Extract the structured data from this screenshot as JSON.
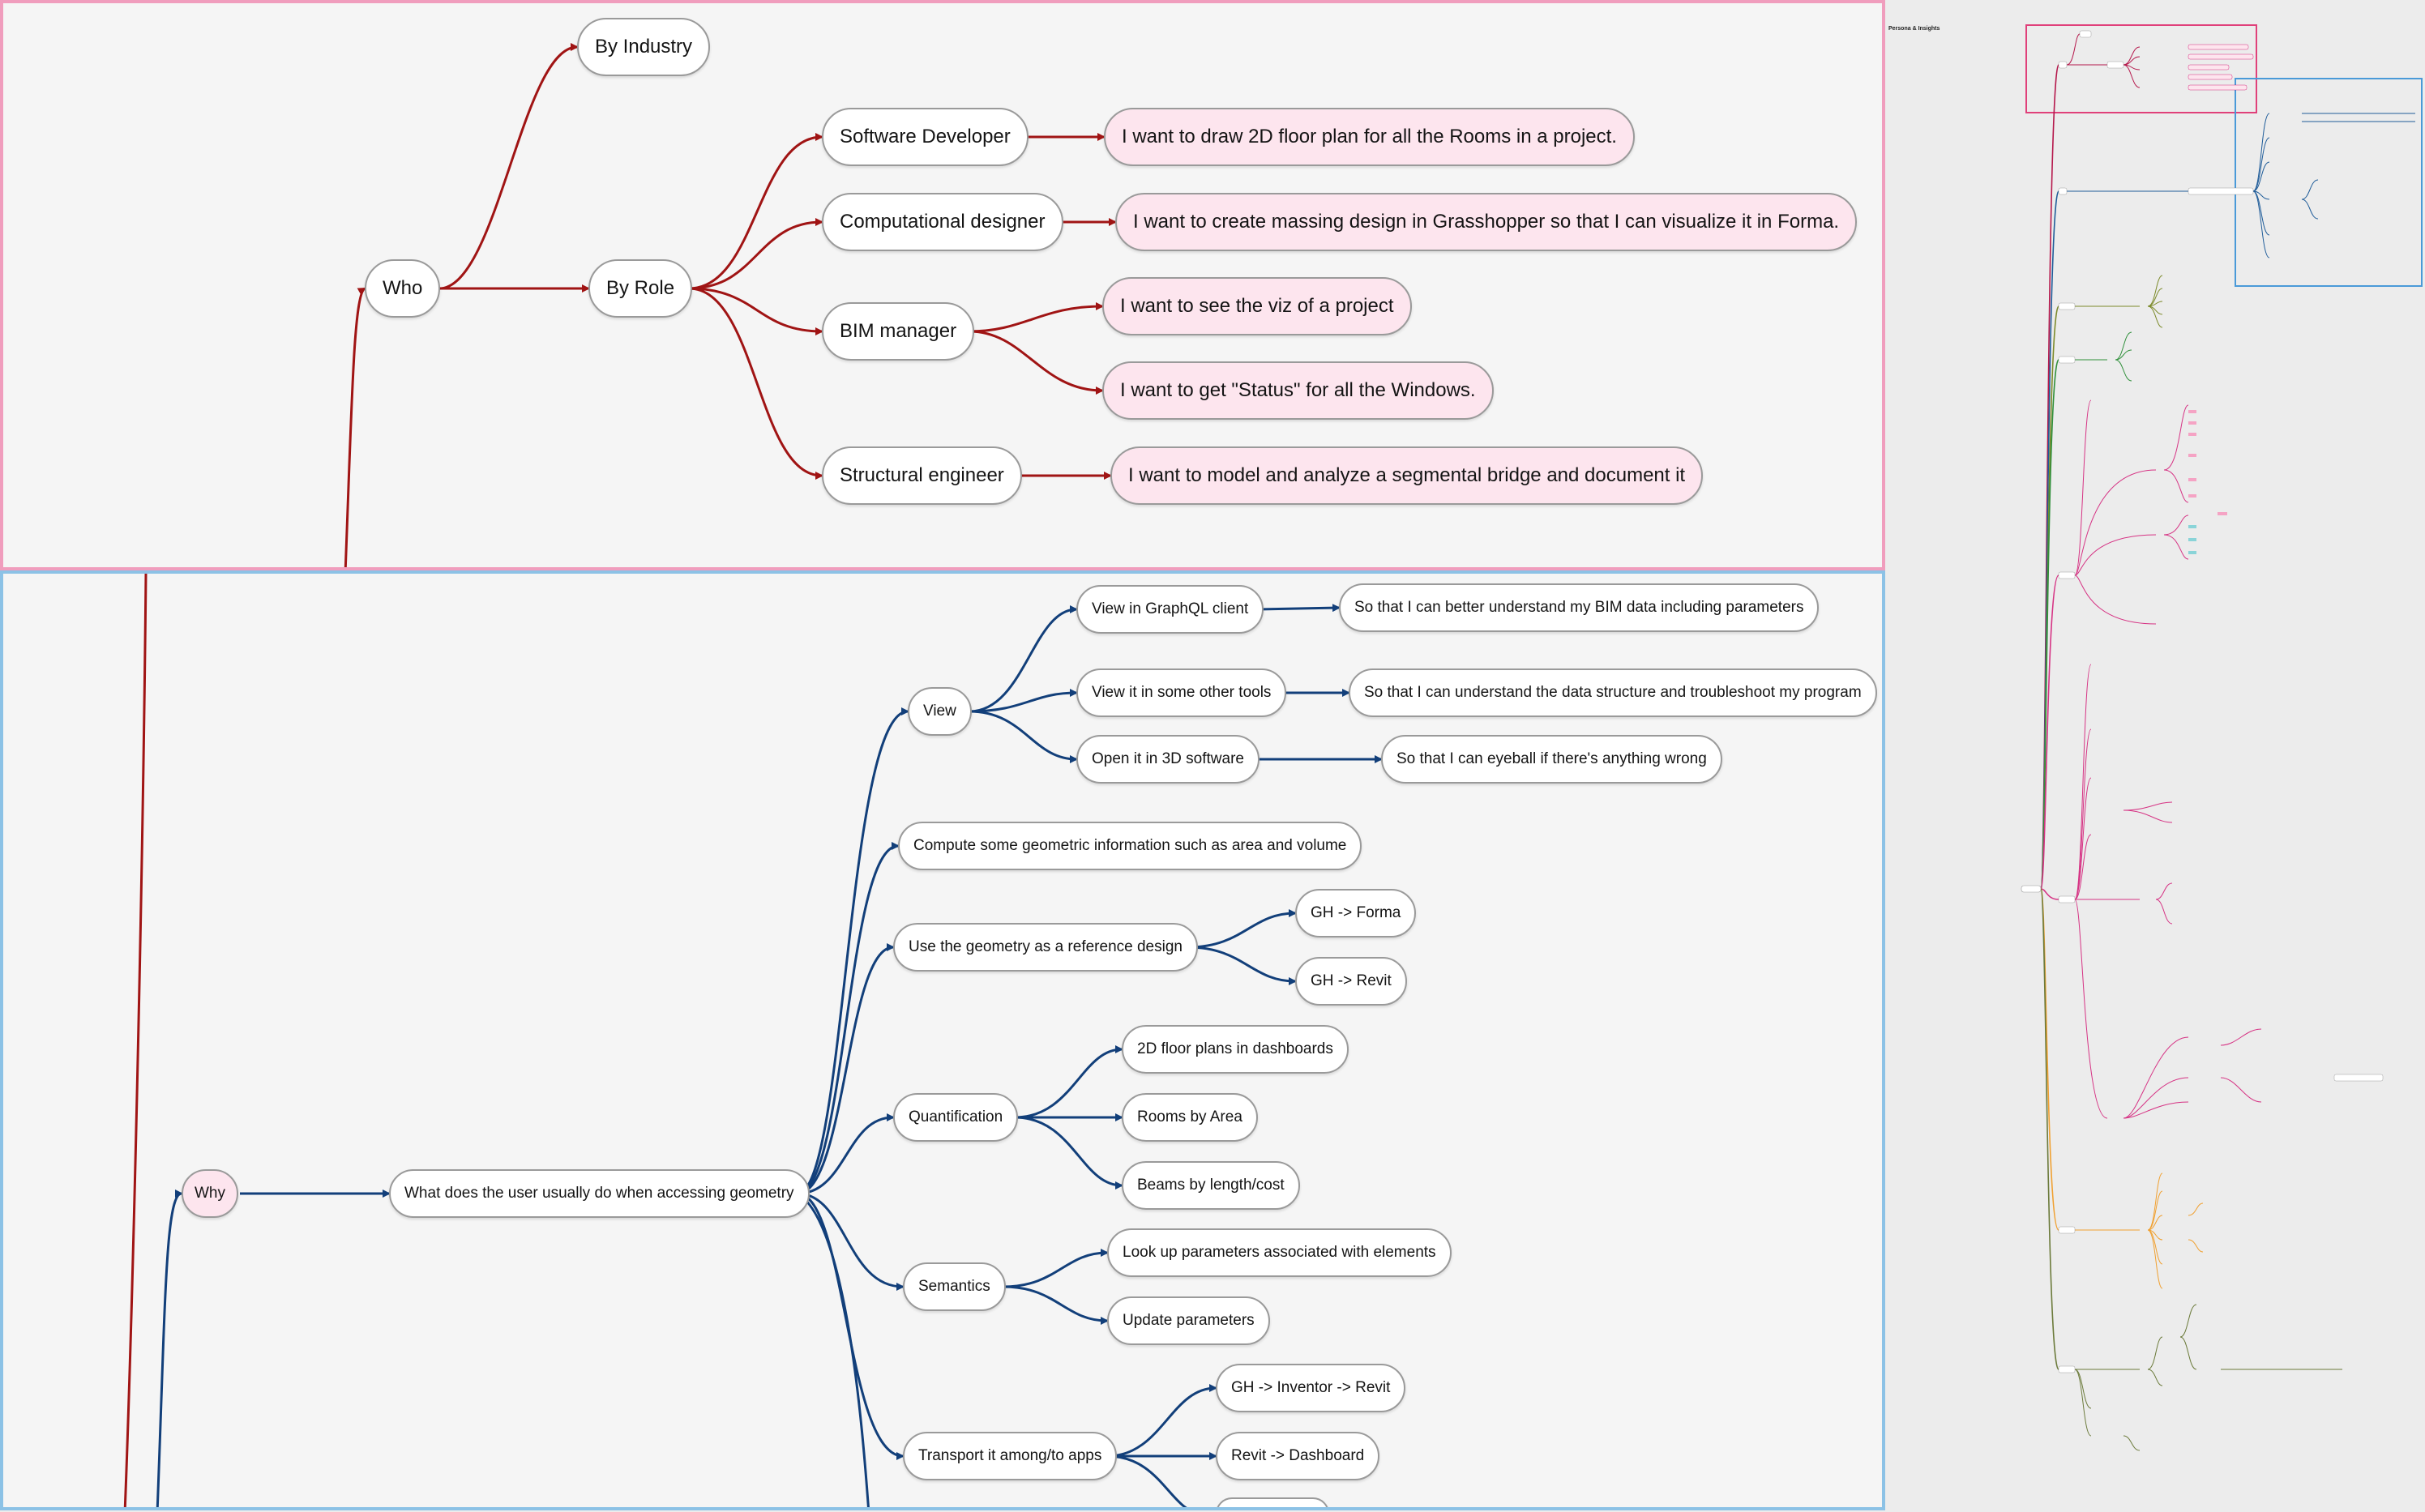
{
  "who": {
    "root": "Who",
    "by_industry": "By Industry",
    "by_role": "By Role",
    "roles": [
      {
        "label": "Software Developer",
        "stories": [
          "I want to draw 2D floor plan for all the Rooms in a project."
        ]
      },
      {
        "label": "Computational designer",
        "stories": [
          "I want to create massing design in Grasshopper so that I can visualize it in Forma."
        ]
      },
      {
        "label": "BIM manager",
        "stories": [
          "I want to see the viz of a project",
          "I want to get \"Status\" for all the Windows."
        ]
      },
      {
        "label": "Structural engineer",
        "stories": [
          "I want to model and analyze a segmental bridge and document it"
        ]
      }
    ]
  },
  "why": {
    "root": "Why",
    "question": "What does the user usually do when accessing geometry",
    "view": {
      "label": "View",
      "items": [
        {
          "label": "View in GraphQL client",
          "reason": "So that I can better understand my BIM data including parameters"
        },
        {
          "label": "View it in some other tools",
          "reason": "So that I can understand the data structure and troubleshoot my program"
        },
        {
          "label": "Open it in 3D software",
          "reason": "So that I can eyeball if there's anything wrong"
        }
      ]
    },
    "compute": "Compute some geometric information such as area and volume",
    "reference": {
      "label": "Use the geometry as a reference design",
      "items": [
        "GH -> Forma",
        "GH -> Revit"
      ]
    },
    "quantification": {
      "label": "Quantification",
      "items": [
        "2D floor plans in dashboards",
        "Rooms by Area",
        "Beams by length/cost"
      ]
    },
    "semantics": {
      "label": "Semantics",
      "items": [
        "Look up parameters associated with elements",
        "Update parameters"
      ]
    },
    "transport": {
      "label": "Transport it among/to apps",
      "items": [
        "GH -> Inventor -> Revit",
        "Revit -> Dashboard",
        ""
      ]
    }
  },
  "minimap": {
    "title": "Persona & Insights",
    "colors": {
      "who": "#b5174b",
      "why": "#1f5c99",
      "green1": "#7c8a2a",
      "green2": "#2f8f3a",
      "pink": "#d63384",
      "orange": "#f0a030",
      "olive": "#6b7a3a"
    }
  },
  "colors": {
    "who_edge": "#a01414",
    "why_edge": "#123f7a",
    "who_border": "#f09dbd",
    "why_border": "#8cc2e6",
    "story_fill": "#fde5ee"
  }
}
